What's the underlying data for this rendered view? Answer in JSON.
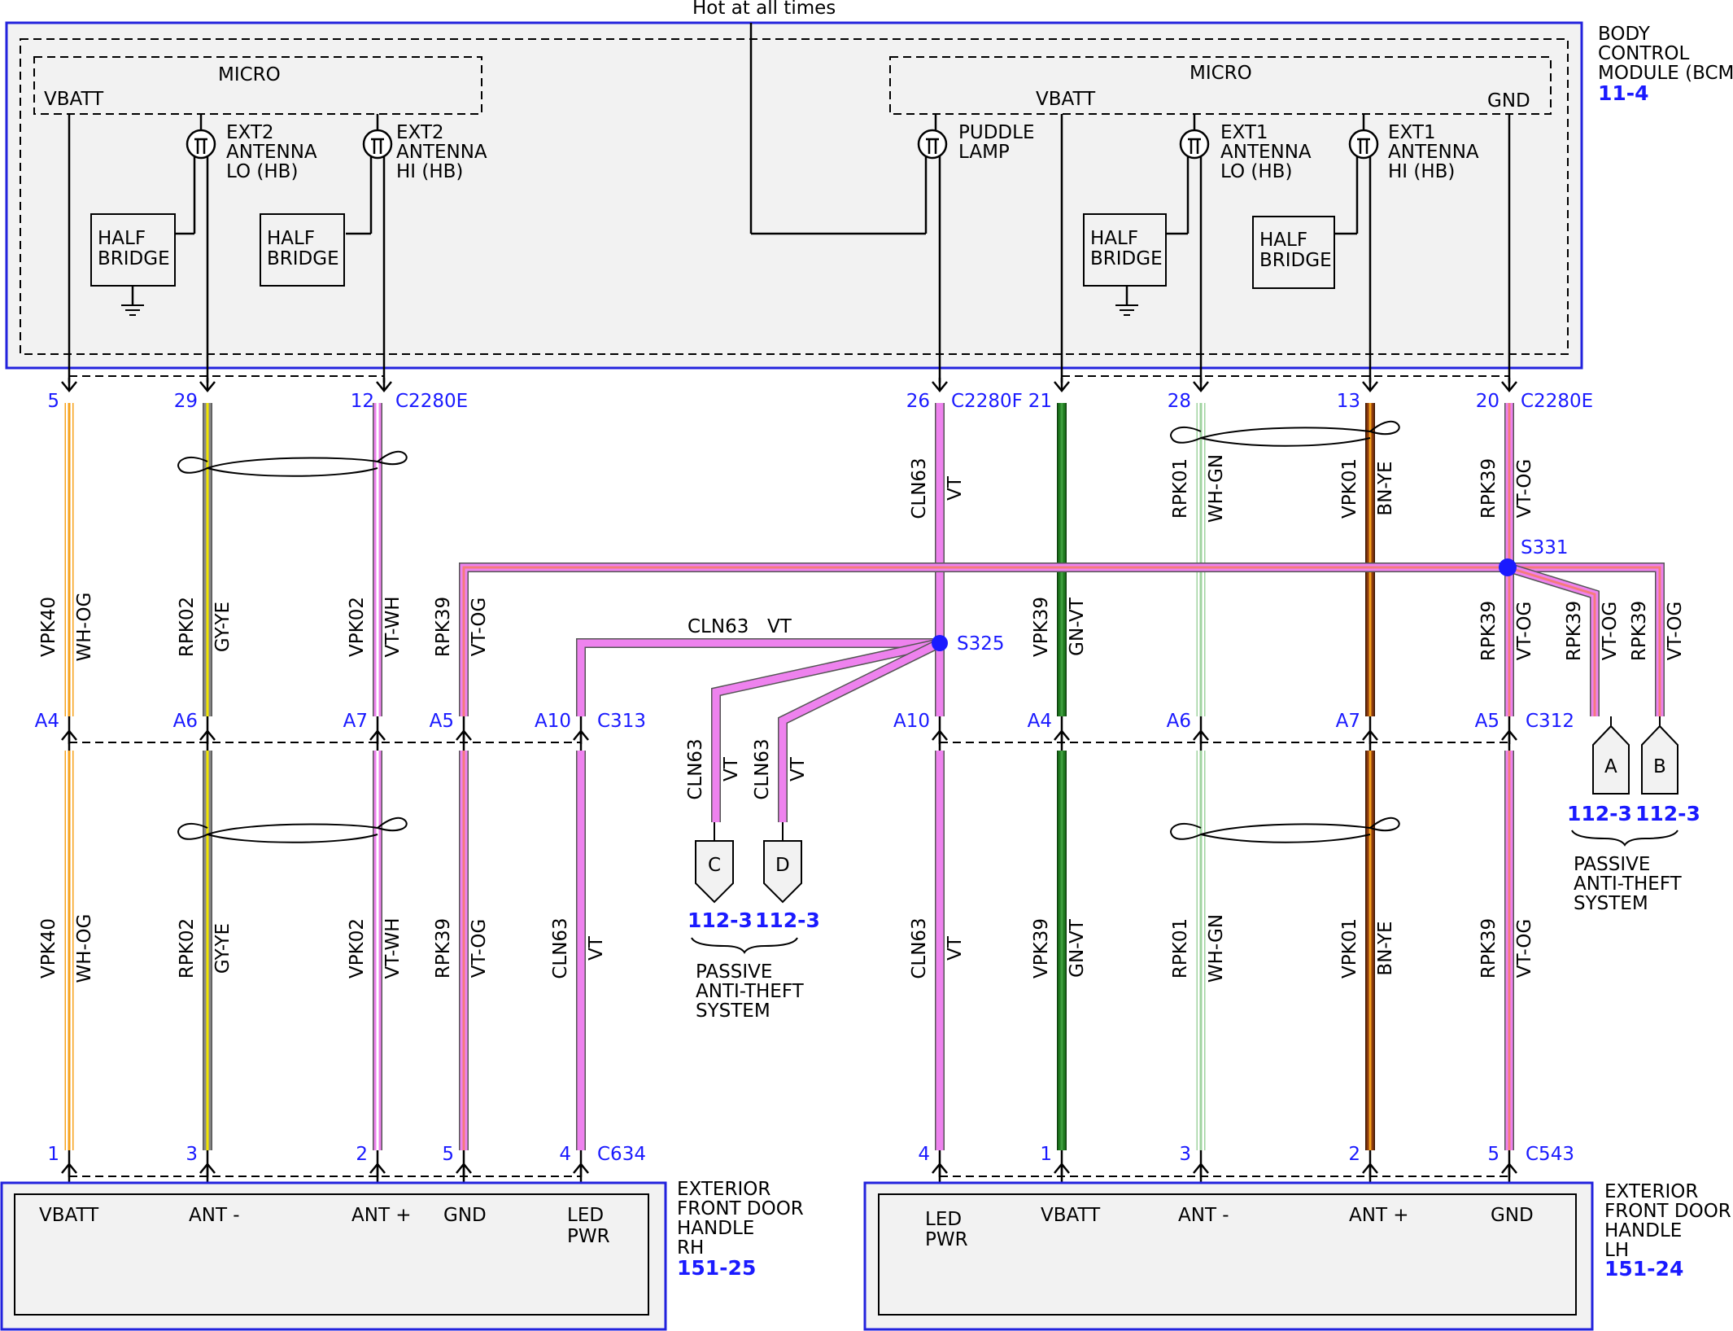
{
  "hot_label": "Hot at all times",
  "bcm": {
    "name_lines": [
      "BODY",
      "CONTROL",
      "MODULE (BCM)"
    ],
    "ref": "11-4"
  },
  "micro_left": {
    "title": "MICRO",
    "vbatt": "VBATT"
  },
  "micro_right": {
    "title": "MICRO",
    "vbatt": "VBATT",
    "gnd": "GND"
  },
  "outputs": [
    {
      "id": "ext2-lo",
      "lines": [
        "EXT2",
        "ANTENNA",
        "LO (HB)"
      ]
    },
    {
      "id": "ext2-hi",
      "lines": [
        "EXT2",
        "ANTENNA",
        "HI (HB)"
      ]
    },
    {
      "id": "puddle",
      "lines": [
        "PUDDLE",
        "LAMP"
      ]
    },
    {
      "id": "ext1-lo",
      "lines": [
        "EXT1",
        "ANTENNA",
        "LO (HB)"
      ]
    },
    {
      "id": "ext1-hi",
      "lines": [
        "EXT1",
        "ANTENNA",
        "HI (HB)"
      ]
    }
  ],
  "half_bridge": [
    "HALF",
    "BRIDGE"
  ],
  "top_pins": [
    {
      "pin": "5"
    },
    {
      "pin": "29"
    },
    {
      "pin": "12",
      "conn": "C2280E"
    },
    {
      "pin": "26",
      "conn": "C2280F"
    },
    {
      "pin": "21"
    },
    {
      "pin": "28"
    },
    {
      "pin": "13"
    },
    {
      "pin": "20",
      "conn": "C2280E"
    }
  ],
  "mid_pins": [
    {
      "pin": "A4"
    },
    {
      "pin": "A6"
    },
    {
      "pin": "A7"
    },
    {
      "pin": "A5"
    },
    {
      "pin": "A10",
      "conn": "C313"
    },
    {
      "pin": "A10"
    },
    {
      "pin": "A4"
    },
    {
      "pin": "A6"
    },
    {
      "pin": "A7"
    },
    {
      "pin": "A5",
      "conn": "C312"
    }
  ],
  "bottom_pins": [
    {
      "pin": "1"
    },
    {
      "pin": "3"
    },
    {
      "pin": "2"
    },
    {
      "pin": "5"
    },
    {
      "pin": "4",
      "conn": "C634"
    },
    {
      "pin": "4"
    },
    {
      "pin": "1"
    },
    {
      "pin": "3"
    },
    {
      "pin": "2"
    },
    {
      "pin": "5",
      "conn": "C543"
    }
  ],
  "wires": [
    {
      "circuit": "VPK40",
      "color": "WH-OG"
    },
    {
      "circuit": "RPK02",
      "color": "GY-YE"
    },
    {
      "circuit": "VPK02",
      "color": "VT-WH"
    },
    {
      "circuit": "RPK39",
      "color": "VT-OG"
    },
    {
      "circuit": "CLN63",
      "color": "VT"
    },
    {
      "circuit": "VPK39",
      "color": "GN-VT"
    },
    {
      "circuit": "RPK01",
      "color": "WH-GN"
    },
    {
      "circuit": "VPK01",
      "color": "BN-YE"
    }
  ],
  "splices": {
    "s325": "S325",
    "s331": "S331"
  },
  "offpage": [
    {
      "letter": "C",
      "ref": "112-3"
    },
    {
      "letter": "D",
      "ref": "112-3"
    },
    {
      "letter": "A",
      "ref": "112-3"
    },
    {
      "letter": "B",
      "ref": "112-3"
    }
  ],
  "system_label": [
    "PASSIVE",
    "ANTI-THEFT",
    "SYSTEM"
  ],
  "rh_handle": {
    "pins": [
      "VBATT",
      "ANT -",
      "ANT +",
      "GND",
      "LED",
      "PWR"
    ],
    "name_lines": [
      "EXTERIOR",
      "FRONT DOOR",
      "HANDLE",
      "RH"
    ],
    "ref": "151-25"
  },
  "lh_handle": {
    "pins": [
      "LED",
      "PWR",
      "VBATT",
      "ANT -",
      "ANT +",
      "GND"
    ],
    "name_lines": [
      "EXTERIOR",
      "FRONT DOOR",
      "HANDLE",
      "LH"
    ],
    "ref": "151-24"
  },
  "colors": {
    "violet": "#ee82ee",
    "violet_stripe": "#ffffff",
    "orange": "#f7a21b",
    "green": "#1f7a1f",
    "lightgreen": "#9fd39f",
    "brown": "#8b3a0f",
    "yellow": "#f2e600",
    "gray": "#8a8a8a",
    "pink_stripe": "#f47c7c",
    "blue_box": "#2222dd",
    "box_fill": "#f2f2f2"
  },
  "icons": [
    "transistor-icon",
    "ground-icon",
    "connector-arrow-icon",
    "splice-dot-icon",
    "twisted-pair-icon"
  ]
}
